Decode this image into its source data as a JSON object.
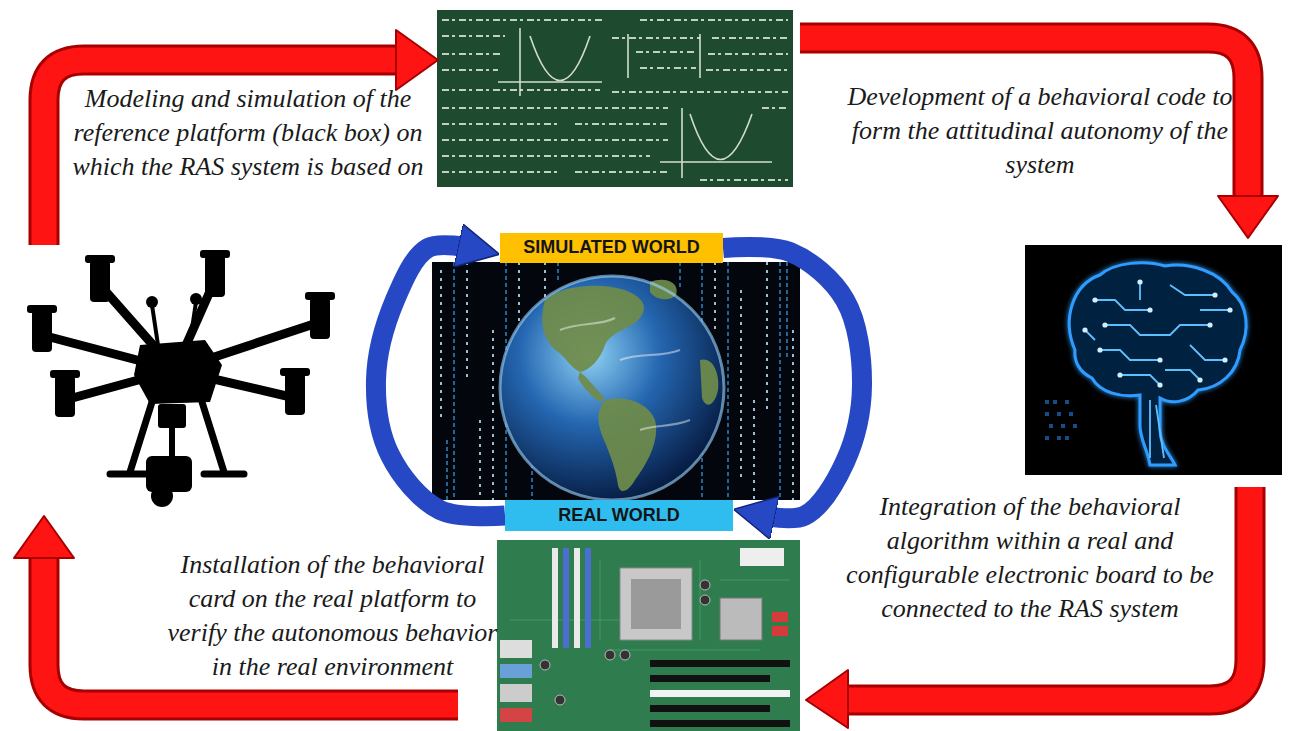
{
  "diagram": {
    "nodes": [
      {
        "text": [
          "SIMULATED WORLD"
        ]
      },
      {
        "text": [
          "REAL WORLD"
        ]
      }
    ],
    "edges": [
      {
        "from": 0,
        "to": 1,
        "arrow": "to"
      },
      {
        "from": 1,
        "to": 0,
        "arrow": "to"
      }
    ],
    "labels": [
      "Modeling and simulation of the reference platform (black box) on which the RAS system is based on",
      "Development of a behavioral code to form the attitudinal autonomy of the system",
      "Integration of the behavioral algorithm within a real and configurable electronic board to be connected to the RAS system",
      "Installation of the behavioral card on the real platform to verify the autonomous behavior in the real environment"
    ]
  }
}
